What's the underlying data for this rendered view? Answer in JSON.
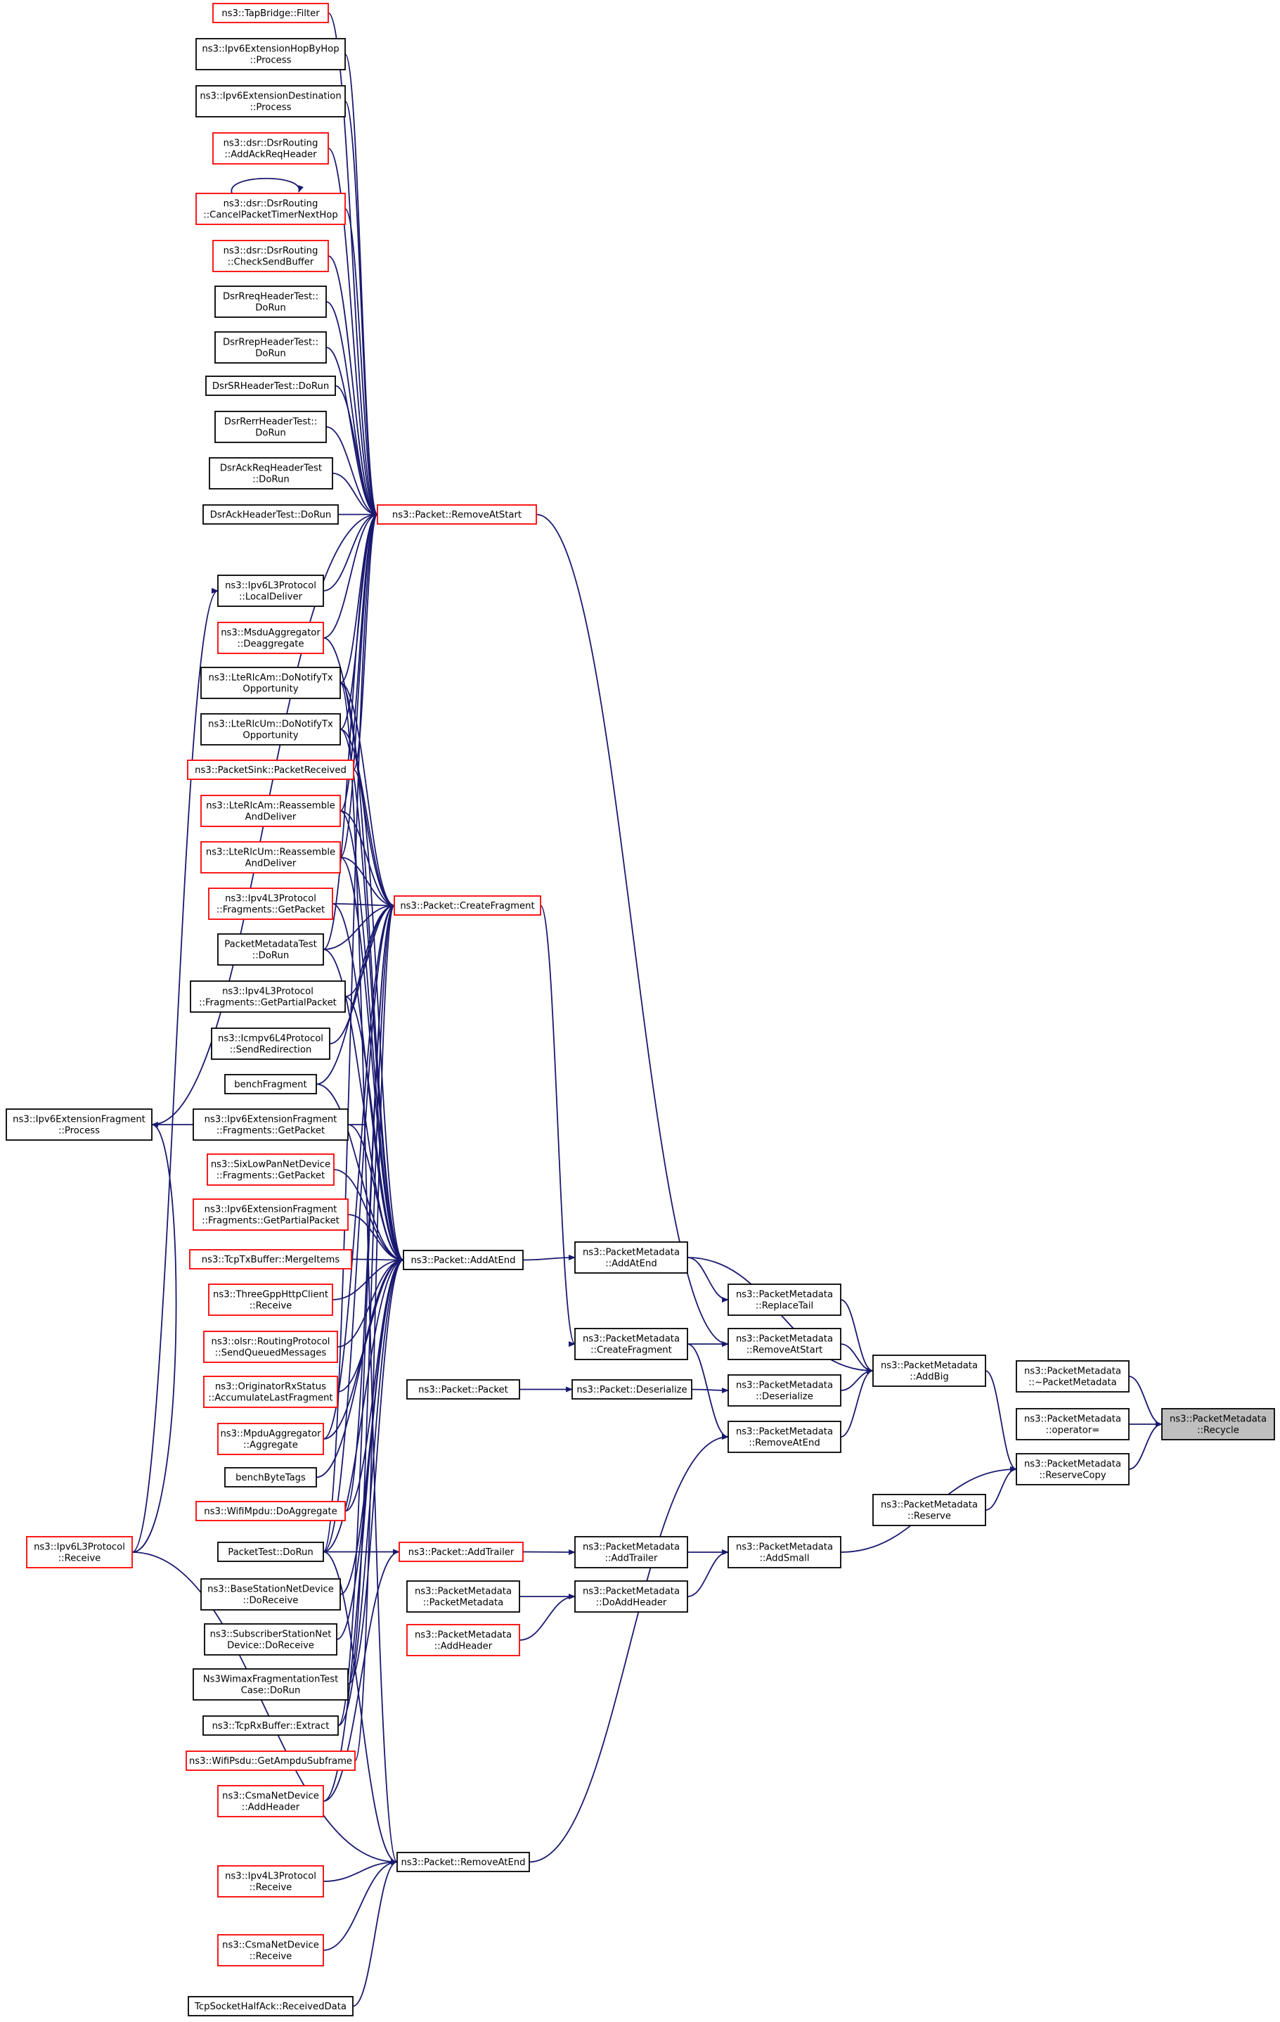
{
  "graph": {
    "colors": {
      "edge": "#191970",
      "node_border_default": "#000000",
      "node_border_truncated": "#ff0000",
      "node_fill": "#ffffff",
      "node_fill_selected": "#bfbfbf",
      "text": "#000000"
    },
    "nodes": [
      {
        "id": "tapbridge_filter",
        "label": [
          "ns3::TapBridge::Filter"
        ],
        "style": "truncated"
      },
      {
        "id": "ipv6_hopbyhop_process",
        "label": [
          "ns3::Ipv6ExtensionHopByHop",
          "::Process"
        ],
        "style": "default"
      },
      {
        "id": "ipv6_destination_process",
        "label": [
          "ns3::Ipv6ExtensionDestination",
          "::Process"
        ],
        "style": "default"
      },
      {
        "id": "dsr_addackreqheader",
        "label": [
          "ns3::dsr::DsrRouting",
          "::AddAckReqHeader"
        ],
        "style": "truncated"
      },
      {
        "id": "dsr_cancelpackettimer",
        "label": [
          "ns3::dsr::DsrRouting",
          "::CancelPacketTimerNextHop"
        ],
        "style": "truncated"
      },
      {
        "id": "dsr_checksendbuffer",
        "label": [
          "ns3::dsr::DsrRouting",
          "::CheckSendBuffer"
        ],
        "style": "truncated"
      },
      {
        "id": "dsrrreq_dorun",
        "label": [
          "DsrRreqHeaderTest::",
          "DoRun"
        ],
        "style": "default"
      },
      {
        "id": "dsrrrep_dorun",
        "label": [
          "DsrRrepHeaderTest::",
          "DoRun"
        ],
        "style": "default"
      },
      {
        "id": "dsrsr_dorun",
        "label": [
          "DsrSRHeaderTest::DoRun"
        ],
        "style": "default"
      },
      {
        "id": "dsrrerr_dorun",
        "label": [
          "DsrRerrHeaderTest::",
          "DoRun"
        ],
        "style": "default"
      },
      {
        "id": "dsrackreq_dorun",
        "label": [
          "DsrAckReqHeaderTest",
          "::DoRun"
        ],
        "style": "default"
      },
      {
        "id": "dsrack_dorun",
        "label": [
          "DsrAckHeaderTest::DoRun"
        ],
        "style": "default"
      },
      {
        "id": "packet_removeatstart",
        "label": [
          "ns3::Packet::RemoveAtStart"
        ],
        "style": "truncated"
      },
      {
        "id": "ipv6l3_localdeliver",
        "label": [
          "ns3::Ipv6L3Protocol",
          "::LocalDeliver"
        ],
        "style": "default"
      },
      {
        "id": "msdu_deaggregate",
        "label": [
          "ns3::MsduAggregator",
          "::Deaggregate"
        ],
        "style": "truncated"
      },
      {
        "id": "lterlcam_donotify",
        "label": [
          "ns3::LteRlcAm::DoNotifyTx",
          "Opportunity"
        ],
        "style": "default"
      },
      {
        "id": "lterlcum_donotify",
        "label": [
          "ns3::LteRlcUm::DoNotifyTx",
          "Opportunity"
        ],
        "style": "default"
      },
      {
        "id": "packetsink_received",
        "label": [
          "ns3::PacketSink::PacketReceived"
        ],
        "style": "truncated"
      },
      {
        "id": "lterlcam_reassemble",
        "label": [
          "ns3::LteRlcAm::Reassemble",
          "AndDeliver"
        ],
        "style": "truncated"
      },
      {
        "id": "lterlcum_reassemble",
        "label": [
          "ns3::LteRlcUm::Reassemble",
          "AndDeliver"
        ],
        "style": "truncated"
      },
      {
        "id": "ipv4l3_frag_getpacket",
        "label": [
          "ns3::Ipv4L3Protocol",
          "::Fragments::GetPacket"
        ],
        "style": "truncated"
      },
      {
        "id": "packet_createfragment",
        "label": [
          "ns3::Packet::CreateFragment"
        ],
        "style": "truncated"
      },
      {
        "id": "packetmetadatatest_dorun",
        "label": [
          "PacketMetadataTest",
          "::DoRun"
        ],
        "style": "default"
      },
      {
        "id": "ipv4l3_frag_getpartial",
        "label": [
          "ns3::Ipv4L3Protocol",
          "::Fragments::GetPartialPacket"
        ],
        "style": "default"
      },
      {
        "id": "icmpv6_sendredirection",
        "label": [
          "ns3::Icmpv6L4Protocol",
          "::SendRedirection"
        ],
        "style": "default"
      },
      {
        "id": "benchfragment",
        "label": [
          "benchFragment"
        ],
        "style": "default"
      },
      {
        "id": "ipv6extfrag_process",
        "label": [
          "ns3::Ipv6ExtensionFragment",
          "::Process"
        ],
        "style": "default"
      },
      {
        "id": "ipv6extfrag_getpacket",
        "label": [
          "ns3::Ipv6ExtensionFragment",
          "::Fragments::GetPacket"
        ],
        "style": "default"
      },
      {
        "id": "sixlowpan_getpacket",
        "label": [
          "ns3::SixLowPanNetDevice",
          "::Fragments::GetPacket"
        ],
        "style": "truncated"
      },
      {
        "id": "ipv6extfrag_getpartial",
        "label": [
          "ns3::Ipv6ExtensionFragment",
          "::Fragments::GetPartialPacket"
        ],
        "style": "truncated"
      },
      {
        "id": "tcptxbuffer_mergeitems",
        "label": [
          "ns3::TcpTxBuffer::MergeItems"
        ],
        "style": "truncated"
      },
      {
        "id": "packet_addatend",
        "label": [
          "ns3::Packet::AddAtEnd"
        ],
        "style": "default"
      },
      {
        "id": "pm_addatend",
        "label": [
          "ns3::PacketMetadata",
          "::AddAtEnd"
        ],
        "style": "default"
      },
      {
        "id": "threegpp_receive",
        "label": [
          "ns3::ThreeGppHttpClient",
          "::Receive"
        ],
        "style": "truncated"
      },
      {
        "id": "pm_replacetail",
        "label": [
          "ns3::PacketMetadata",
          "::ReplaceTail"
        ],
        "style": "default"
      },
      {
        "id": "olsr_sendqueued",
        "label": [
          "ns3::olsr::RoutingProtocol",
          "::SendQueuedMessages"
        ],
        "style": "truncated"
      },
      {
        "id": "pm_createfragment",
        "label": [
          "ns3::PacketMetadata",
          "::CreateFragment"
        ],
        "style": "default"
      },
      {
        "id": "pm_removeatstart",
        "label": [
          "ns3::PacketMetadata",
          "::RemoveAtStart"
        ],
        "style": "default"
      },
      {
        "id": "pm_addbig",
        "label": [
          "ns3::PacketMetadata",
          "::AddBig"
        ],
        "style": "default"
      },
      {
        "id": "pm_dtor",
        "label": [
          "ns3::PacketMetadata",
          "::~PacketMetadata"
        ],
        "style": "default"
      },
      {
        "id": "packet_packet",
        "label": [
          "ns3::Packet::Packet"
        ],
        "style": "default"
      },
      {
        "id": "packet_deserialize",
        "label": [
          "ns3::Packet::Deserialize"
        ],
        "style": "default"
      },
      {
        "id": "pm_deserialize",
        "label": [
          "ns3::PacketMetadata",
          "::Deserialize"
        ],
        "style": "default"
      },
      {
        "id": "originator_accumulate",
        "label": [
          "ns3::OriginatorRxStatus",
          "::AccumulateLastFragment"
        ],
        "style": "truncated"
      },
      {
        "id": "pm_operator_assign",
        "label": [
          "ns3::PacketMetadata",
          "::operator="
        ],
        "style": "default"
      },
      {
        "id": "pm_recycle",
        "label": [
          "ns3::PacketMetadata",
          "::Recycle"
        ],
        "style": "selected"
      },
      {
        "id": "pm_removeatend",
        "label": [
          "ns3::PacketMetadata",
          "::RemoveAtEnd"
        ],
        "style": "default"
      },
      {
        "id": "mpdu_aggregate",
        "label": [
          "ns3::MpduAggregator",
          "::Aggregate"
        ],
        "style": "truncated"
      },
      {
        "id": "pm_reservecopy",
        "label": [
          "ns3::PacketMetadata",
          "::ReserveCopy"
        ],
        "style": "default"
      },
      {
        "id": "benchbytetags",
        "label": [
          "benchByteTags"
        ],
        "style": "default"
      },
      {
        "id": "wifimpdu_doaggregate",
        "label": [
          "ns3::WifiMpdu::DoAggregate"
        ],
        "style": "truncated"
      },
      {
        "id": "pm_reserve",
        "label": [
          "ns3::PacketMetadata",
          "::Reserve"
        ],
        "style": "default"
      },
      {
        "id": "ipv6l3_receive",
        "label": [
          "ns3::Ipv6L3Protocol",
          "::Receive"
        ],
        "style": "truncated"
      },
      {
        "id": "packettest_dorun",
        "label": [
          "PacketTest::DoRun"
        ],
        "style": "default"
      },
      {
        "id": "packet_addtrailer",
        "label": [
          "ns3::Packet::AddTrailer"
        ],
        "style": "truncated"
      },
      {
        "id": "pm_addtrailer",
        "label": [
          "ns3::PacketMetadata",
          "::AddTrailer"
        ],
        "style": "default"
      },
      {
        "id": "pm_addsmall",
        "label": [
          "ns3::PacketMetadata",
          "::AddSmall"
        ],
        "style": "default"
      },
      {
        "id": "basestation_doreceive",
        "label": [
          "ns3::BaseStationNetDevice",
          "::DoReceive"
        ],
        "style": "default"
      },
      {
        "id": "pm_ctor",
        "label": [
          "ns3::PacketMetadata",
          "::PacketMetadata"
        ],
        "style": "default"
      },
      {
        "id": "pm_doaddheader",
        "label": [
          "ns3::PacketMetadata",
          "::DoAddHeader"
        ],
        "style": "default"
      },
      {
        "id": "subscriber_doreceive",
        "label": [
          "ns3::SubscriberStationNet",
          "Device::DoReceive"
        ],
        "style": "default"
      },
      {
        "id": "pm_addheader",
        "label": [
          "ns3::PacketMetadata",
          "::AddHeader"
        ],
        "style": "truncated"
      },
      {
        "id": "ns3wimax_dorun",
        "label": [
          "Ns3WimaxFragmentationTest",
          "Case::DoRun"
        ],
        "style": "default"
      },
      {
        "id": "tcprxbuffer_extract",
        "label": [
          "ns3::TcpRxBuffer::Extract"
        ],
        "style": "default"
      },
      {
        "id": "wifipsdu_getampdu",
        "label": [
          "ns3::WifiPsdu::GetAmpduSubframe"
        ],
        "style": "truncated"
      },
      {
        "id": "csma_addheader",
        "label": [
          "ns3::CsmaNetDevice",
          "::AddHeader"
        ],
        "style": "truncated"
      },
      {
        "id": "packet_removeatend",
        "label": [
          "ns3::Packet::RemoveAtEnd"
        ],
        "style": "default"
      },
      {
        "id": "ipv4l3_receive",
        "label": [
          "ns3::Ipv4L3Protocol",
          "::Receive"
        ],
        "style": "truncated"
      },
      {
        "id": "csma_receive",
        "label": [
          "ns3::CsmaNetDevice",
          "::Receive"
        ],
        "style": "truncated"
      },
      {
        "id": "tcpsockethalfack_received",
        "label": [
          "TcpSocketHalfAck::ReceivedData"
        ],
        "style": "default"
      }
    ],
    "edges": [
      [
        "tapbridge_filter",
        "packet_removeatstart"
      ],
      [
        "ipv6_hopbyhop_process",
        "packet_removeatstart"
      ],
      [
        "ipv6_destination_process",
        "packet_removeatstart"
      ],
      [
        "dsr_addackreqheader",
        "packet_removeatstart"
      ],
      [
        "dsr_cancelpackettimer",
        "packet_removeatstart"
      ],
      [
        "dsr_cancelpackettimer",
        "dsr_cancelpackettimer"
      ],
      [
        "dsr_checksendbuffer",
        "packet_removeatstart"
      ],
      [
        "dsrrreq_dorun",
        "packet_removeatstart"
      ],
      [
        "dsrrrep_dorun",
        "packet_removeatstart"
      ],
      [
        "dsrsr_dorun",
        "packet_removeatstart"
      ],
      [
        "dsrrerr_dorun",
        "packet_removeatstart"
      ],
      [
        "dsrackreq_dorun",
        "packet_removeatstart"
      ],
      [
        "dsrack_dorun",
        "packet_removeatstart"
      ],
      [
        "ipv6extfrag_process",
        "packet_removeatstart"
      ],
      [
        "ipv6l3_localdeliver",
        "packet_removeatstart"
      ],
      [
        "msdu_deaggregate",
        "packet_removeatstart"
      ],
      [
        "lterlcam_donotify",
        "packet_removeatstart"
      ],
      [
        "lterlcum_donotify",
        "packet_removeatstart"
      ],
      [
        "packetsink_received",
        "packet_removeatstart"
      ],
      [
        "lterlcam_reassemble",
        "packet_removeatstart"
      ],
      [
        "lterlcum_reassemble",
        "packet_removeatstart"
      ],
      [
        "packetmetadatatest_dorun",
        "packet_removeatstart"
      ],
      [
        "packettest_dorun",
        "packet_removeatstart"
      ],
      [
        "ipv6l3_receive",
        "ipv6l3_localdeliver"
      ],
      [
        "ipv6l3_receive",
        "ipv6extfrag_process"
      ],
      [
        "ipv6extfrag_getpacket",
        "ipv6extfrag_process"
      ],
      [
        "lterlcam_donotify",
        "packet_createfragment"
      ],
      [
        "lterlcum_donotify",
        "packet_createfragment"
      ],
      [
        "lterlcam_reassemble",
        "packet_createfragment"
      ],
      [
        "lterlcum_reassemble",
        "packet_createfragment"
      ],
      [
        "ipv4l3_frag_getpacket",
        "packet_createfragment"
      ],
      [
        "packetmetadatatest_dorun",
        "packet_createfragment"
      ],
      [
        "ipv4l3_frag_getpartial",
        "packet_createfragment"
      ],
      [
        "icmpv6_sendredirection",
        "packet_createfragment"
      ],
      [
        "benchfragment",
        "packet_createfragment"
      ],
      [
        "msdu_deaggregate",
        "packet_createfragment"
      ],
      [
        "packettest_dorun",
        "packet_createfragment"
      ],
      [
        "mpdu_aggregate",
        "packet_createfragment"
      ],
      [
        "wifimpdu_doaggregate",
        "packet_createfragment"
      ],
      [
        "ns3wimax_dorun",
        "packet_createfragment"
      ],
      [
        "tcprxbuffer_extract",
        "packet_createfragment"
      ],
      [
        "wifipsdu_getampdu",
        "packet_createfragment"
      ],
      [
        "packetsink_received",
        "packet_addatend"
      ],
      [
        "lterlcam_reassemble",
        "packet_addatend"
      ],
      [
        "lterlcum_reassemble",
        "packet_addatend"
      ],
      [
        "ipv4l3_frag_getpacket",
        "packet_addatend"
      ],
      [
        "packetmetadatatest_dorun",
        "packet_addatend"
      ],
      [
        "ipv4l3_frag_getpartial",
        "packet_addatend"
      ],
      [
        "benchfragment",
        "packet_addatend"
      ],
      [
        "ipv6extfrag_getpacket",
        "packet_addatend"
      ],
      [
        "sixlowpan_getpacket",
        "packet_addatend"
      ],
      [
        "ipv6extfrag_getpartial",
        "packet_addatend"
      ],
      [
        "tcptxbuffer_mergeitems",
        "packet_addatend"
      ],
      [
        "threegpp_receive",
        "packet_addatend"
      ],
      [
        "olsr_sendqueued",
        "packet_addatend"
      ],
      [
        "originator_accumulate",
        "packet_addatend"
      ],
      [
        "mpdu_aggregate",
        "packet_addatend"
      ],
      [
        "benchbytetags",
        "packet_addatend"
      ],
      [
        "wifimpdu_doaggregate",
        "packet_addatend"
      ],
      [
        "packettest_dorun",
        "packet_addatend"
      ],
      [
        "basestation_doreceive",
        "packet_addatend"
      ],
      [
        "subscriber_doreceive",
        "packet_addatend"
      ],
      [
        "ns3wimax_dorun",
        "packet_addatend"
      ],
      [
        "tcprxbuffer_extract",
        "packet_addatend"
      ],
      [
        "csma_addheader",
        "packet_addatend"
      ],
      [
        "lterlcam_donotify",
        "packet_addatend"
      ],
      [
        "lterlcum_donotify",
        "packet_addatend"
      ],
      [
        "packettest_dorun",
        "packet_addtrailer"
      ],
      [
        "csma_addheader",
        "packet_addtrailer"
      ],
      [
        "ipv6l3_receive",
        "packet_removeatend"
      ],
      [
        "packettest_dorun",
        "packet_removeatend"
      ],
      [
        "lterlcam_donotify",
        "packet_removeatend"
      ],
      [
        "ipv4l3_receive",
        "packet_removeatend"
      ],
      [
        "csma_receive",
        "packet_removeatend"
      ],
      [
        "tcpsockethalfack_received",
        "packet_removeatend"
      ],
      [
        "packet_removeatstart",
        "pm_removeatstart"
      ],
      [
        "packet_createfragment",
        "pm_createfragment"
      ],
      [
        "packet_addatend",
        "pm_addatend"
      ],
      [
        "packet_packet",
        "packet_deserialize"
      ],
      [
        "packet_deserialize",
        "pm_deserialize"
      ],
      [
        "packet_addtrailer",
        "pm_addtrailer"
      ],
      [
        "pm_ctor",
        "pm_doaddheader"
      ],
      [
        "pm_addheader",
        "pm_doaddheader"
      ],
      [
        "packet_removeatend",
        "pm_removeatend"
      ],
      [
        "pm_addatend",
        "pm_replacetail"
      ],
      [
        "pm_createfragment",
        "pm_removeatstart"
      ],
      [
        "pm_createfragment",
        "pm_removeatend"
      ],
      [
        "pm_addatend",
        "pm_addbig"
      ],
      [
        "pm_replacetail",
        "pm_addbig"
      ],
      [
        "pm_removeatstart",
        "pm_addbig"
      ],
      [
        "pm_deserialize",
        "pm_addbig"
      ],
      [
        "pm_removeatend",
        "pm_addbig"
      ],
      [
        "pm_addtrailer",
        "pm_addsmall"
      ],
      [
        "pm_doaddheader",
        "pm_addsmall"
      ],
      [
        "pm_addsmall",
        "pm_reservecopy"
      ],
      [
        "pm_addbig",
        "pm_reservecopy"
      ],
      [
        "pm_reserve",
        "pm_reservecopy"
      ],
      [
        "pm_dtor",
        "pm_recycle"
      ],
      [
        "pm_operator_assign",
        "pm_recycle"
      ],
      [
        "pm_reservecopy",
        "pm_recycle"
      ]
    ]
  }
}
